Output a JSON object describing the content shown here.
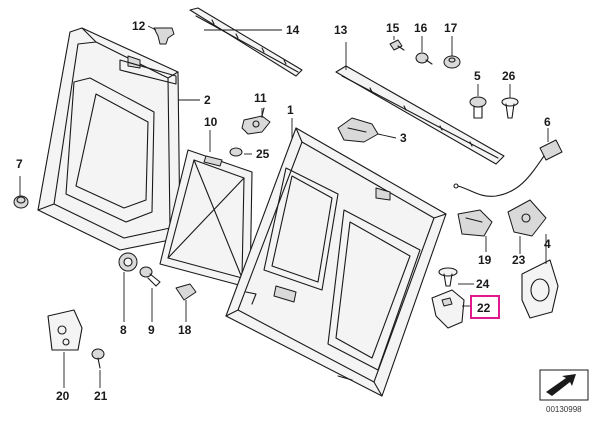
{
  "diagram": {
    "callouts": [
      {
        "id": "1",
        "label": "1"
      },
      {
        "id": "2",
        "label": "2"
      },
      {
        "id": "3",
        "label": "3"
      },
      {
        "id": "4",
        "label": "4"
      },
      {
        "id": "5",
        "label": "5"
      },
      {
        "id": "6",
        "label": "6"
      },
      {
        "id": "7",
        "label": "7"
      },
      {
        "id": "8",
        "label": "8"
      },
      {
        "id": "9",
        "label": "9"
      },
      {
        "id": "10",
        "label": "10"
      },
      {
        "id": "11",
        "label": "11"
      },
      {
        "id": "12",
        "label": "12"
      },
      {
        "id": "13",
        "label": "13"
      },
      {
        "id": "14",
        "label": "14"
      },
      {
        "id": "15",
        "label": "15"
      },
      {
        "id": "16",
        "label": "16"
      },
      {
        "id": "17",
        "label": "17"
      },
      {
        "id": "18",
        "label": "18"
      },
      {
        "id": "19",
        "label": "19"
      },
      {
        "id": "20",
        "label": "20"
      },
      {
        "id": "21",
        "label": "21"
      },
      {
        "id": "22",
        "label": "22"
      },
      {
        "id": "23",
        "label": "23"
      },
      {
        "id": "24",
        "label": "24"
      },
      {
        "id": "25",
        "label": "25"
      },
      {
        "id": "26",
        "label": "26"
      }
    ],
    "highlighted_part": "22",
    "highlight_color": "#e0198f",
    "document_number": "00130998"
  }
}
